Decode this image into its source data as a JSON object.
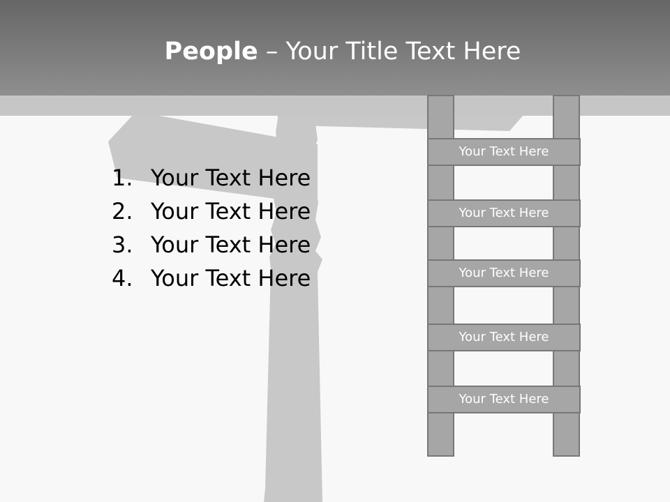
{
  "slide": {
    "title_bold": "People",
    "title_rest": " – Your Title Text Here"
  },
  "list": [
    {
      "num": "1.",
      "text": "Your Text Here"
    },
    {
      "num": "2.",
      "text": "Your Text Here"
    },
    {
      "num": "3.",
      "text": "Your Text Here"
    },
    {
      "num": "4.",
      "text": "Your Text Here"
    }
  ],
  "ladder": {
    "rungs": [
      "Your Text Here",
      "Your Text Here",
      "Your Text Here",
      "Your Text Here",
      "Your Text Here"
    ]
  },
  "colors": {
    "header": "#7c7c7c",
    "sub_band": "#c6c6c6",
    "background": "#f8f8f8",
    "signpost": "#c8c8c8",
    "ladder_fill": "#a6a6a6",
    "ladder_stroke": "#777777"
  }
}
